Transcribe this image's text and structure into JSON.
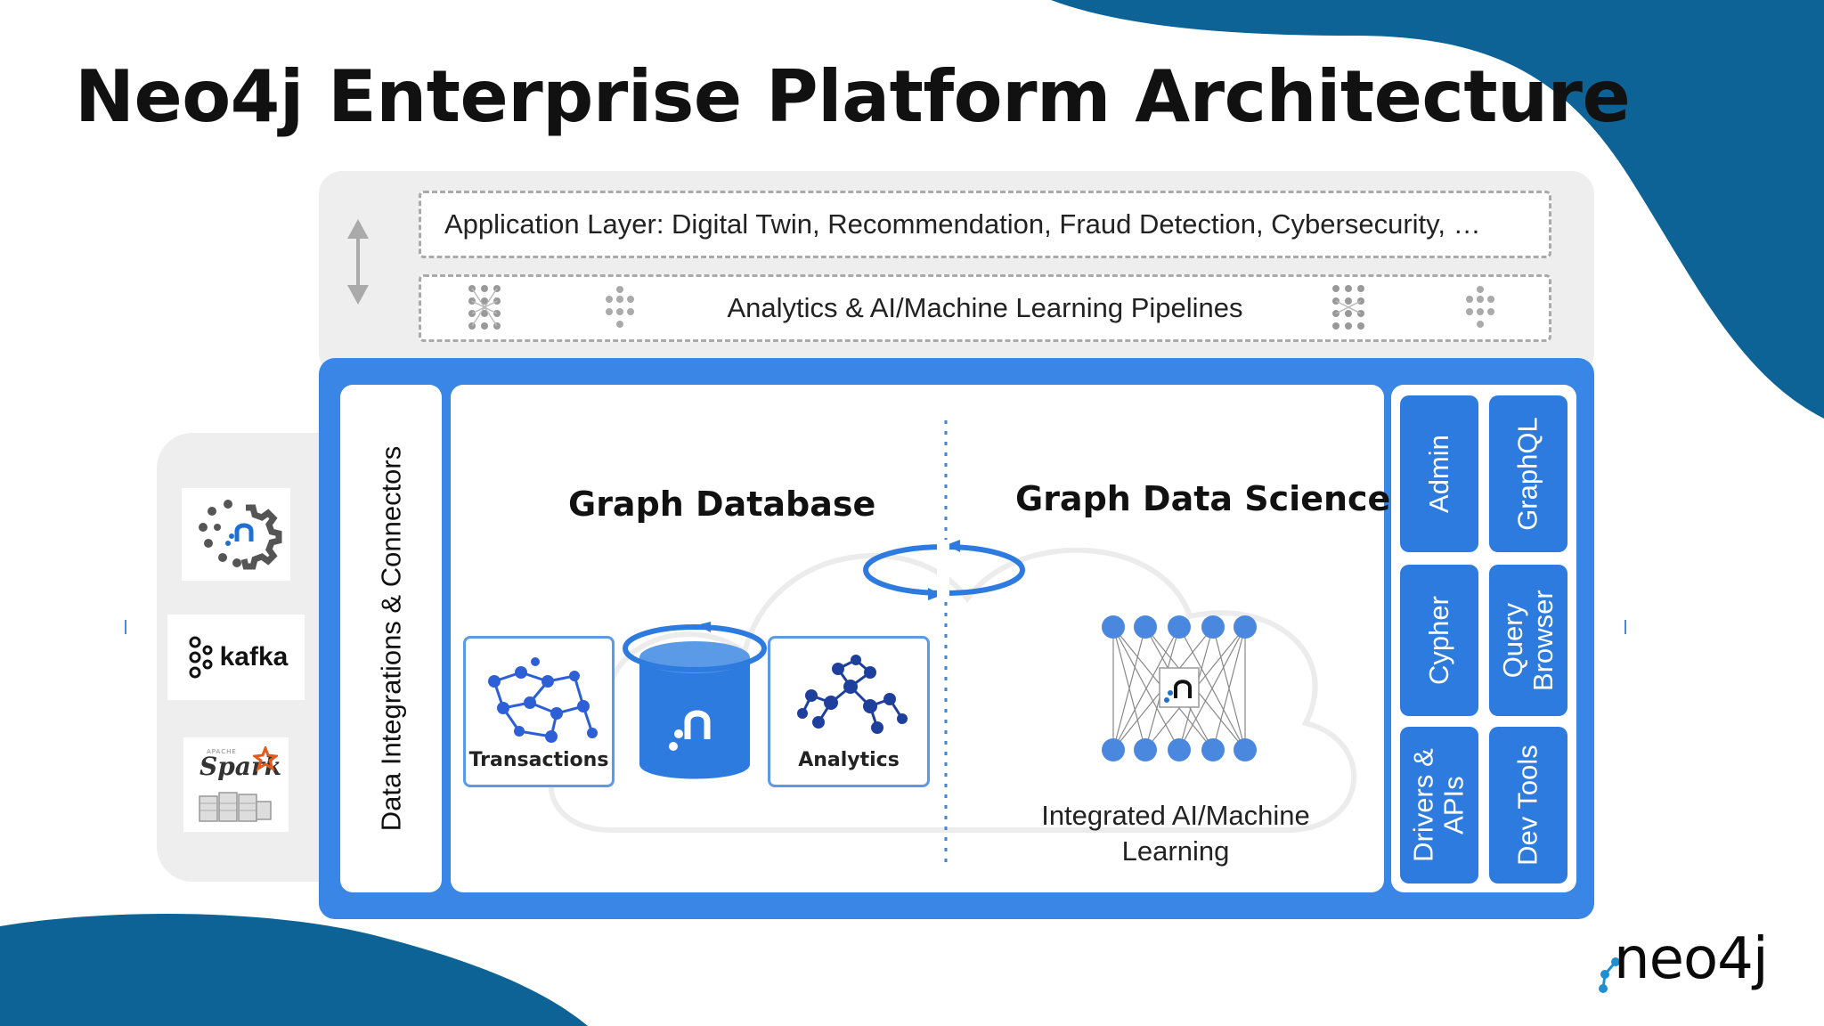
{
  "title": "Neo4j Enterprise Platform Architecture",
  "layers": {
    "application": "Application Layer: Digital Twin, Recommendation, Fraud Detection, Cybersecurity, …",
    "pipelines": "Analytics & AI/Machine Learning Pipelines"
  },
  "connectors": {
    "label": "Data Integrations & Connectors",
    "logos": {
      "kafka": "kafka",
      "spark": "Spark",
      "apache": "APACHE"
    }
  },
  "graph_database": {
    "heading": "Graph Database",
    "cards": {
      "transactions": "Transactions",
      "analytics": "Analytics"
    }
  },
  "graph_data_science": {
    "heading": "Graph Data Science",
    "ml_label_line1": "Integrated AI/Machine",
    "ml_label_line2": "Learning"
  },
  "tools": {
    "admin": "Admin",
    "graphql": "GraphQL",
    "cypher": "Cypher",
    "query_browser_line1": "Query",
    "query_browser_line2": "Browser",
    "drivers_line1": "Drivers &",
    "drivers_line2": "APIs",
    "dev_tools": "Dev Tools"
  },
  "brand": {
    "logo_text": "neo4j"
  },
  "colors": {
    "brand_dark_blue": "#0d6396",
    "frame_blue": "#3a86e6",
    "tile_blue": "#2e7be0",
    "panel_grey": "#eeeeee",
    "node_blue": "#2d5fd6",
    "title_text": "#111111"
  }
}
